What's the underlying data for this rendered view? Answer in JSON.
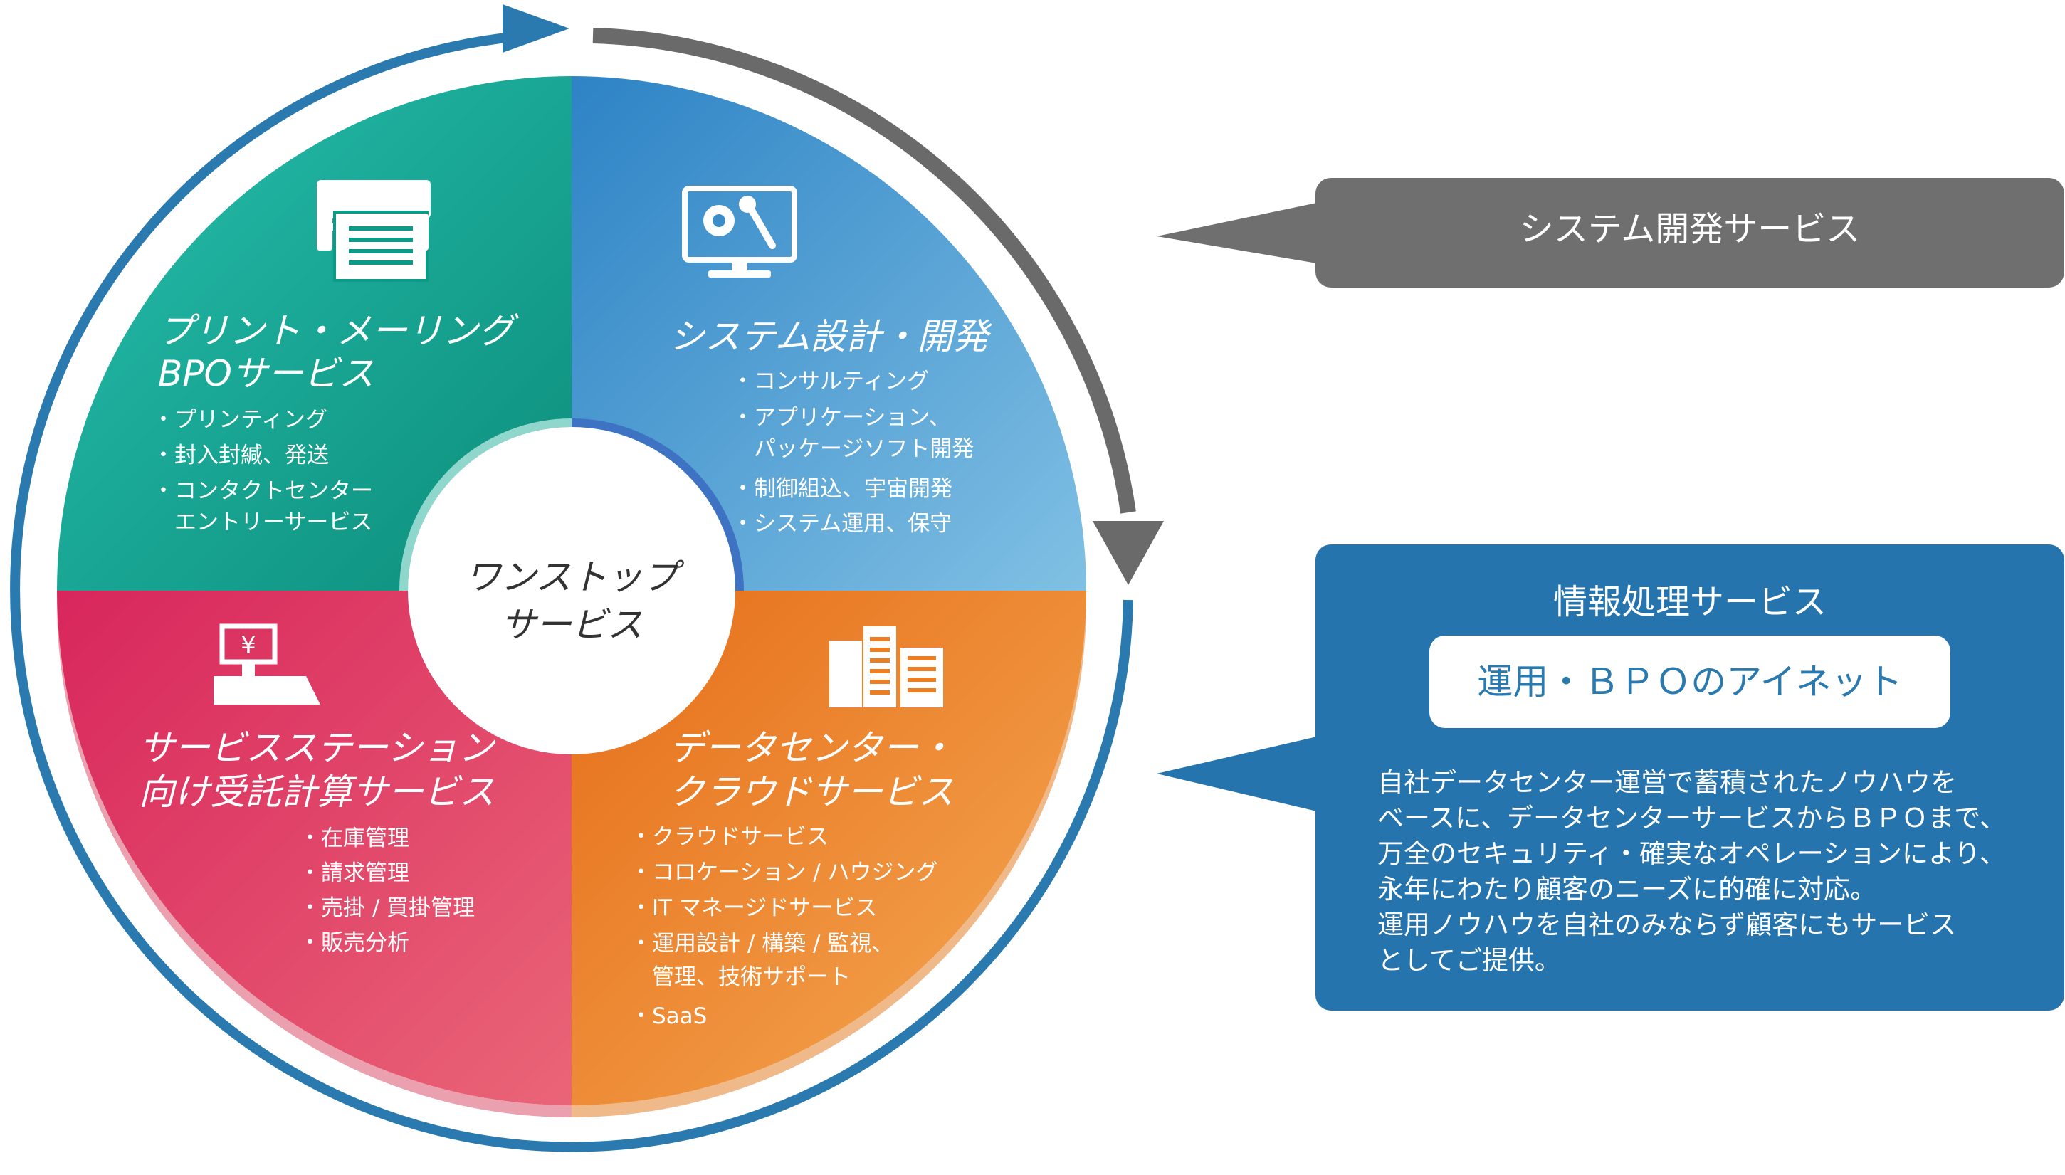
{
  "center": {
    "lines": [
      "ワンストップ",
      "サービス"
    ]
  },
  "quadrants": [
    {
      "id": "print",
      "title": [
        "プリント・メーリング",
        "BPOサービス"
      ],
      "icon": "printer-icon",
      "items": [
        "・プリンティング",
        "・封入封緘、発送",
        "・コンタクトセンター",
        "　エントリーサービス"
      ]
    },
    {
      "id": "system",
      "title": [
        "システム設計・開発"
      ],
      "icon": "monitor-gear-wrench-icon",
      "items": [
        "・コンサルティング",
        "・アプリケーション、",
        "　パッケージソフト開発",
        "・制御組込、宇宙開発",
        "・システム運用、保守"
      ]
    },
    {
      "id": "service-station",
      "title": [
        "サービスステーション",
        "向け受託計算サービス"
      ],
      "icon": "cash-register-yen-icon",
      "items": [
        "・在庫管理",
        "・請求管理",
        "・売掛 / 買掛管理",
        "・販売分析"
      ]
    },
    {
      "id": "datacenter",
      "title": [
        "データセンター・",
        "クラウドサービス"
      ],
      "icon": "buildings-icon",
      "items": [
        "・クラウドサービス",
        "・コロケーション / ハウジング",
        "・IT マネージドサービス",
        "・運用設計 / 構築 / 監視、",
        "　管理、技術サポート",
        "・SaaS"
      ]
    }
  ],
  "callouts": {
    "system_dev": {
      "label": "システム開発サービス"
    },
    "info_processing": {
      "title": "情報処理サービス",
      "pill": "運用・ＢＰＯのアイネット",
      "description": [
        "自社データセンター運営で蓄積されたノウハウを",
        "ベースに、データセンターサービスからＢＰＯまで、",
        "万全のセキュリティ・確実なオペレーションにより、",
        "永年にわたり顧客のニーズに的確に対応。",
        "運用ノウハウを自社のみならず顧客にもサービス",
        "としてご提供。"
      ]
    }
  },
  "colors": {
    "teal": "#12a796",
    "blue": "#4a9fd0",
    "pink": "#e04c6e",
    "orange": "#ee8a2e",
    "ring_blue": "#2a7ab0",
    "arrow_gray": "#6a6a6a",
    "callout_gray": "#6f6f6f",
    "callout_blue": "#2674ad"
  }
}
